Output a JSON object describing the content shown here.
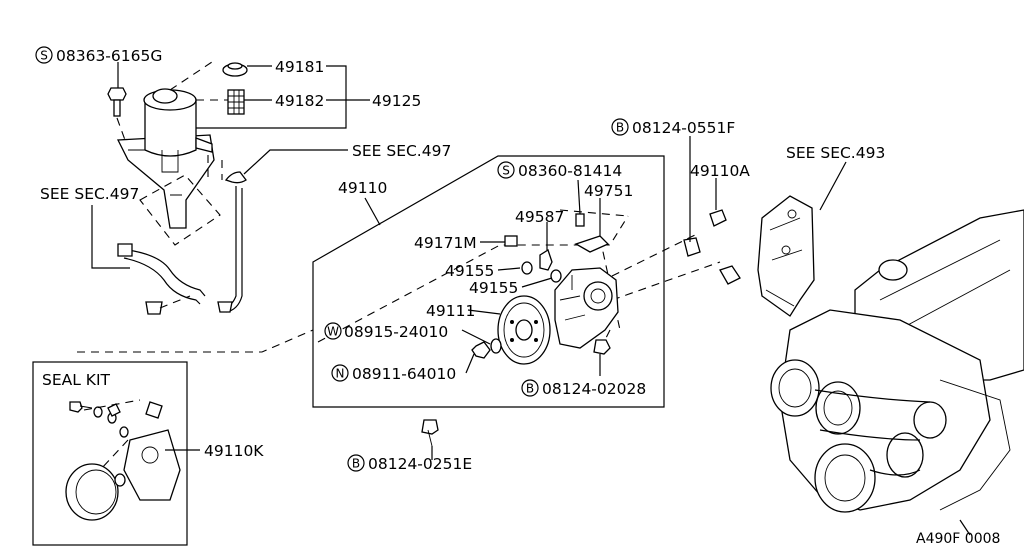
{
  "labels": {
    "p08363": "08363-6165G",
    "p49181": "49181",
    "p49182": "49182",
    "p49125": "49125",
    "p08124_0551F": "08124-0551F",
    "see497_top": "SEE SEC.497",
    "see497_left": "SEE SEC.497",
    "see493": "SEE SEC.493",
    "p49110": "49110",
    "p08360": "08360-81414",
    "p49751": "49751",
    "p49110A": "49110A",
    "p49587": "49587",
    "p49171M": "49171M",
    "p49155_a": "49155",
    "p49155_b": "49155",
    "p49111": "49111",
    "p08915": "08915-24010",
    "p08911": "08911-64010",
    "p08124_02028": "08124-02028",
    "p08124_0251E": "08124-0251E",
    "seal_kit": "SEAL KIT",
    "p49110K": "49110K",
    "code": "A490F 0008"
  },
  "prefixes": {
    "s1": "S",
    "s2": "S",
    "b1": "B",
    "b2": "B",
    "b3": "B",
    "w1": "W",
    "n1": "N"
  }
}
